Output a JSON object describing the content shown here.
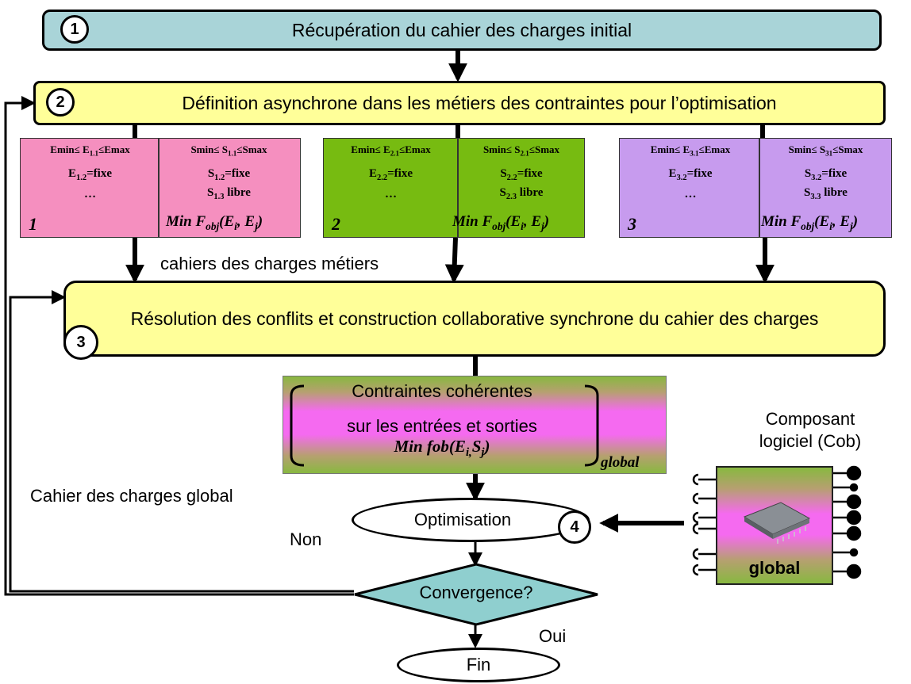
{
  "steps": [
    {
      "number": "1",
      "text": "Récupération du cahier des charges initial"
    },
    {
      "number": "2",
      "text": "Définition asynchrone dans les métiers des contraintes pour l’optimisation"
    },
    {
      "number": "3",
      "text": "Résolution des conflits et construction collaborative synchrone du cahier des charges"
    },
    {
      "number": "4"
    }
  ],
  "metiers": [
    {
      "id": "1",
      "color": "#f58fbf",
      "left": [
        {
          "pre": "Emin≤ E",
          "sub": "1.1",
          "post": "≤Emax"
        },
        {
          "pre": "E",
          "sub": "1.2",
          "post": "=fixe"
        },
        {
          "pre": "…"
        }
      ],
      "right": [
        {
          "pre": "Smin≤ S",
          "sub": "1.1",
          "post": "≤Smax"
        },
        {
          "pre": "S",
          "sub": "1.2",
          "post": "=fixe"
        },
        {
          "pre": "S",
          "sub": "1.3",
          "post": " libre"
        }
      ],
      "min": {
        "a": "Min F",
        "sub": "obj",
        "b": "(E",
        "sub2": "i",
        "c": ", E",
        "sub3": "j",
        "d": ")"
      }
    },
    {
      "id": "2",
      "color": "#77bb11",
      "left": [
        {
          "pre": "Emin≤ E",
          "sub": "2.1",
          "post": "≤Emax"
        },
        {
          "pre": "E",
          "sub": "2.2",
          "post": "=fixe"
        },
        {
          "pre": "…"
        }
      ],
      "right": [
        {
          "pre": "Smin≤ S",
          "sub": "2.1",
          "post": "≤Smax"
        },
        {
          "pre": "S",
          "sub": "2.2",
          "post": "=fixe"
        },
        {
          "pre": "S",
          "sub": "2.3",
          "post": " libre"
        }
      ],
      "min": {
        "a": "Min F",
        "sub": "obj",
        "b": "(E",
        "sub2": "i",
        "c": ", E",
        "sub3": "j",
        "d": ")"
      }
    },
    {
      "id": "3",
      "color": "#c79bee",
      "left": [
        {
          "pre": "Emin≤ E",
          "sub": "3.1",
          "post": "≤Emax"
        },
        {
          "pre": "E",
          "sub": "3.2",
          "post": "=fixe"
        },
        {
          "pre": "…"
        }
      ],
      "right": [
        {
          "pre": "Smin≤ S",
          "sub": "31",
          "post": "≤Smax"
        },
        {
          "pre": "S",
          "sub": "3.2",
          "post": "=fixe"
        },
        {
          "pre": "S",
          "sub": "3.3",
          "post": " libre"
        }
      ],
      "min": {
        "a": "Min F",
        "sub": "obj",
        "b": "(E",
        "sub2": "i",
        "c": ", E",
        "sub3": "j",
        "d": ")"
      }
    }
  ],
  "labels": {
    "cahiers_metiers": "cahiers des charges métiers",
    "cahier_global": "Cahier des charges global",
    "non": "Non",
    "oui": "Oui"
  },
  "global_box": {
    "line1": "Contraintes cohérentes",
    "line2": "sur les entrées et sorties",
    "min": {
      "a": "Min fob(E",
      "sub": "i,",
      "b": "S",
      "sub2": "j",
      "c": ")"
    },
    "tag": "global"
  },
  "optimisation": "Optimisation",
  "convergence": "Convergence?",
  "fin": "Fin",
  "component": {
    "title_line1": "Composant",
    "title_line2": "logiciel (Cob)",
    "label": "global",
    "chip_icon": "chip-icon"
  },
  "colors": {
    "step1": "#a9d4d8",
    "step_yellow": "#ffff99",
    "diamond": "#8fcfcf",
    "gradient_green": "#88b840",
    "gradient_magenta": "#f56af0"
  }
}
